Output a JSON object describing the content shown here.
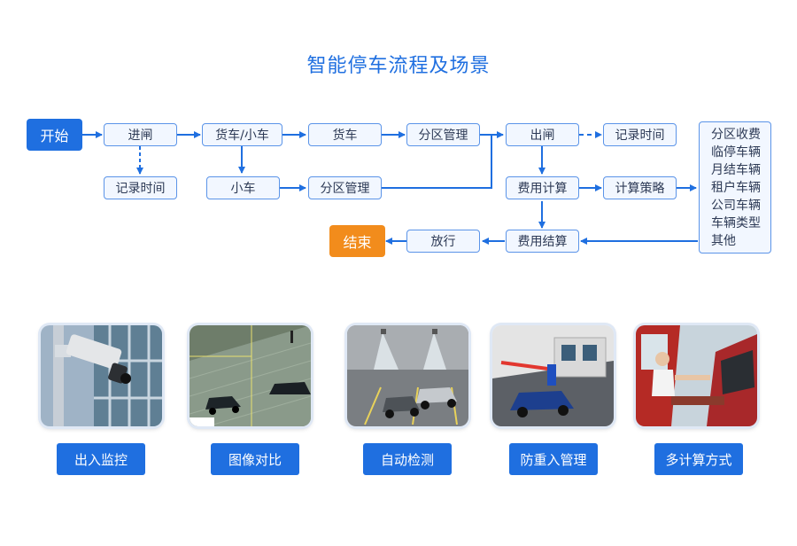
{
  "title": "智能停车流程及场景",
  "flow": {
    "start": "开始",
    "end": "结束",
    "entry_gate": "进闸",
    "entry_record_time": "记录时间",
    "truck_or_car": "货车/小车",
    "truck": "货车",
    "car": "小车",
    "zone_mgmt_truck": "分区管理",
    "zone_mgmt_car": "分区管理",
    "exit_gate": "出闸",
    "exit_record_time": "记录时间",
    "fee_calc": "费用计算",
    "calc_strategy": "计算策略",
    "fee_settle": "费用结算",
    "release": "放行",
    "strategy_items": [
      "分区收费",
      "临停车辆",
      "月结车辆",
      "租户车辆",
      "公司车辆",
      "车辆类型",
      "其他"
    ]
  },
  "scenes": [
    {
      "label": "出入监控",
      "image": "surveillance-camera"
    },
    {
      "label": "图像对比",
      "image": "plate-image-comparison"
    },
    {
      "label": "自动检测",
      "image": "parking-space-detection"
    },
    {
      "label": "防重入管理",
      "image": "barrier-gate-booth"
    },
    {
      "label": "多计算方式",
      "image": "toll-payment-window"
    }
  ],
  "colors": {
    "accent": "#1f6fe0",
    "end": "#f28c1c",
    "box_border": "#5b94e8",
    "box_fill": "#f2f7ff"
  }
}
